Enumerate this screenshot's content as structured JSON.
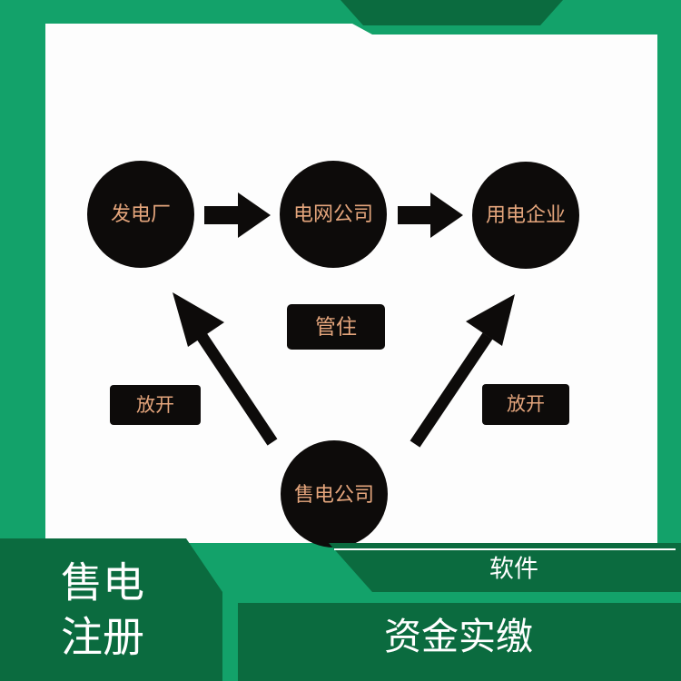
{
  "colors": {
    "frame_green": "#13a26a",
    "dark_green": "#0b6b3f",
    "panel_white": "#fdfdfd",
    "node_black": "#0d0b0a",
    "node_text": "#e4a57c",
    "footer_text": "#ffffff"
  },
  "diagram": {
    "nodes": {
      "power_plant": "发电厂",
      "grid_company": "电网公司",
      "consumer": "用电企业",
      "retail_company": "售电公司"
    },
    "labels": {
      "regulated": "管住",
      "liberalized_left": "放开",
      "liberalized_right": "放开"
    }
  },
  "footer": {
    "left_title_line1": "售电",
    "left_title_line2": "注册",
    "tag": "软件",
    "main_text": "资金实缴"
  }
}
